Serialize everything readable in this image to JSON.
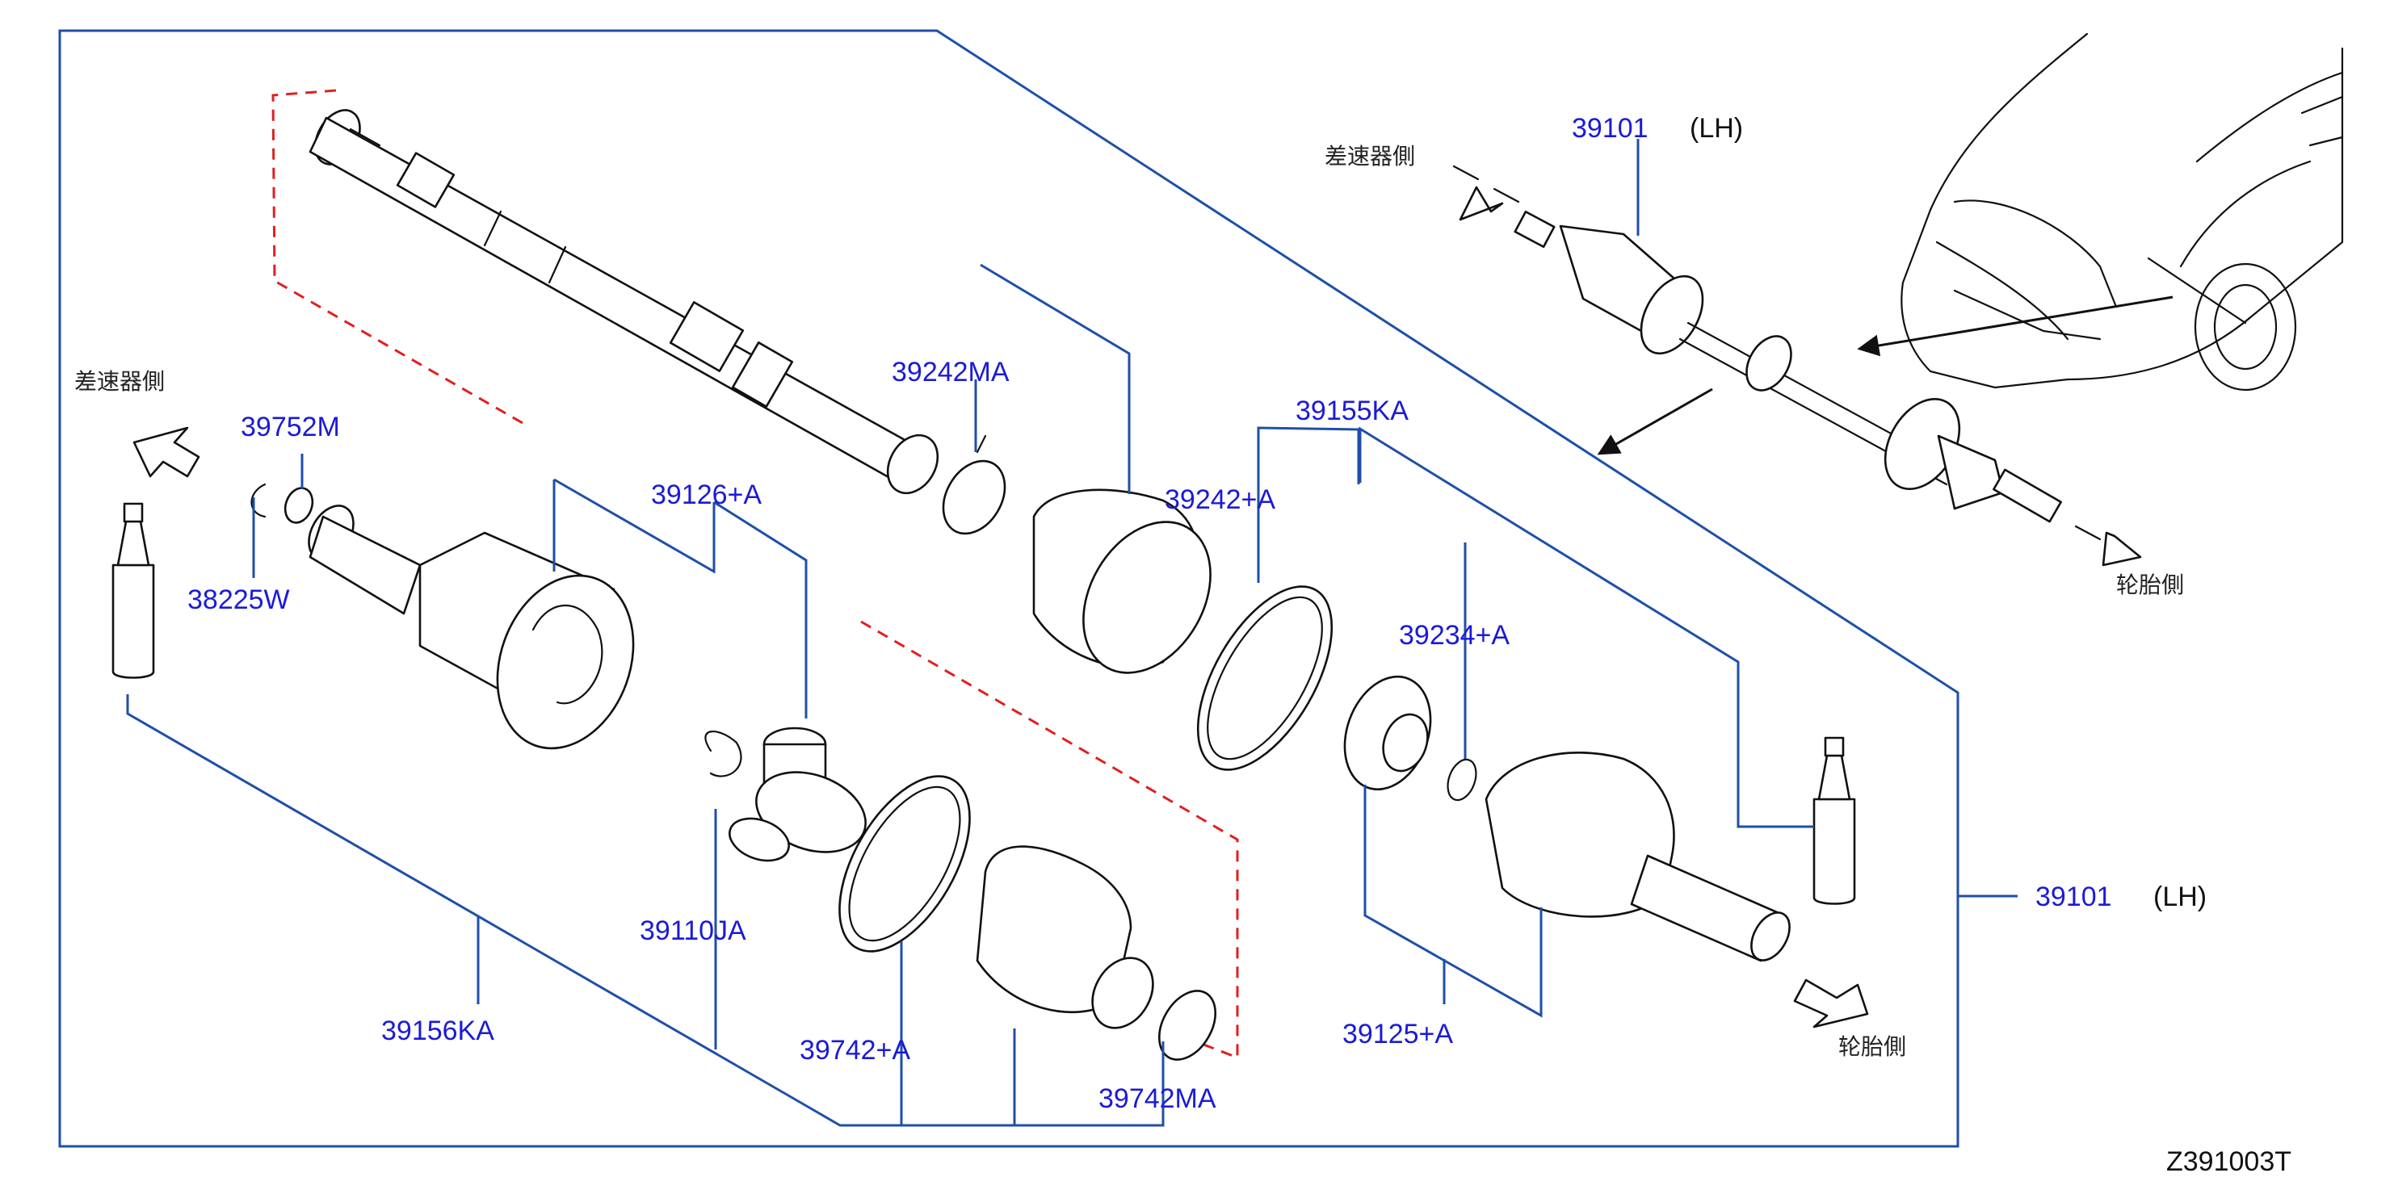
{
  "colors": {
    "callout": "#1b1bd6",
    "leader": "#1f4fa8",
    "cut_line": "#e02020",
    "line_art": "#111111"
  },
  "direction_labels": {
    "diff_side": "差速器側",
    "tire_side": "轮胎側"
  },
  "callouts": {
    "p39101_top": "39101",
    "p39101_top_lh": "(LH)",
    "p39101_right": "39101",
    "p39101_right_lh": "(LH)",
    "p39752M": "39752M",
    "p38225W": "38225W",
    "p39242MA": "39242MA",
    "p39155KA": "39155KA",
    "p39126A": "39126+A",
    "p39242A": "39242+A",
    "p39234A": "39234+A",
    "p39110JA": "39110JA",
    "p39156KA": "39156KA",
    "p39742A": "39742+A",
    "p39742MA": "39742MA",
    "p39125A": "39125+A"
  },
  "drawing_code": "Z391003T"
}
